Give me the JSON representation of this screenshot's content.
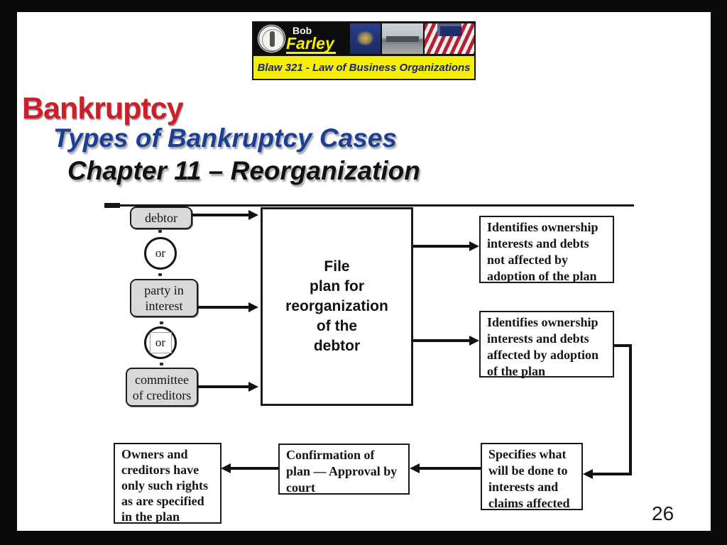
{
  "banner": {
    "instructor_first": "Bob",
    "instructor_last": "Farley",
    "course": "Blaw 321 - Law of Business Organizations"
  },
  "titles": {
    "main": "Bankruptcy",
    "subtitle": "Types of Bankruptcy Cases",
    "heading": "Chapter 11 – Reorganization"
  },
  "flowchart": {
    "or_label": "or",
    "sources": [
      {
        "id": "debtor",
        "lines": [
          "debtor"
        ]
      },
      {
        "id": "party-in-interest",
        "lines": [
          "party in",
          "interest"
        ]
      },
      {
        "id": "committee-of-creditors",
        "lines": [
          "committee",
          "of creditors"
        ]
      }
    ],
    "center_lines": [
      "File",
      "plan for",
      "reorganization",
      "of the",
      "debtor"
    ],
    "outcome_top_lines": [
      "Identifies ownership",
      "interests and debts",
      "not affected by",
      "adoption of the plan"
    ],
    "outcome_bottom_lines": [
      "Identifies ownership",
      "interests and debts",
      "affected by adoption",
      "of the plan"
    ],
    "owners_lines": [
      "Owners and",
      "creditors have",
      "only such rights",
      "as are specified",
      "in the plan"
    ],
    "confirmation_lines": [
      "Confirmation of",
      "plan — Approval by",
      "court"
    ],
    "specifies_lines": [
      "Specifies what",
      "will be done to",
      "interests and",
      "claims affected"
    ]
  },
  "slide": {
    "page_number": "26"
  },
  "colors": {
    "title_red": "#cc2026",
    "title_blue": "#1c3f94",
    "banner_yellow": "#f5ef00",
    "banner_navy": "#1c2476"
  }
}
